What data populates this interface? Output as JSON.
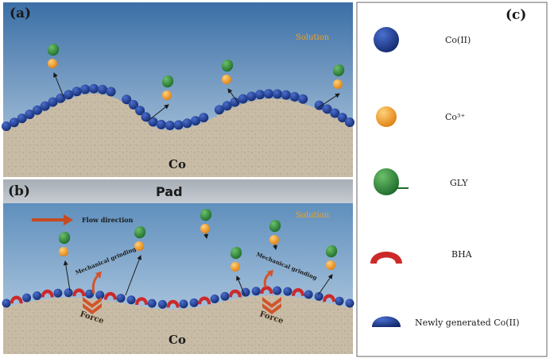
{
  "panel_a": {
    "label": "(a)",
    "solution": "Solution",
    "metal": "Co"
  },
  "panel_b": {
    "label": "(b)",
    "pad": "Pad",
    "solution": "Solution",
    "flow": "Flow direction",
    "mech1": "Mechanical grinding",
    "mech2": "Mechanical grinding",
    "force1": "Force",
    "force2": "Force",
    "metal": "Co"
  },
  "legend": {
    "label": "(c)",
    "items": [
      {
        "icon": "cobalt-ion-circle",
        "text": "Co(II)"
      },
      {
        "icon": "cobalt-3-orange-circle",
        "text": "Co³⁺"
      },
      {
        "icon": "gly-green-drop",
        "text": "GLY"
      },
      {
        "icon": "bha-red-arc",
        "text": "BHA"
      },
      {
        "icon": "new-cobalt-half-circle",
        "text": "Newly generated Co(II)"
      }
    ]
  },
  "colors": {
    "solution_top": "#3b6fa6",
    "solution_bottom": "#b8cfe3",
    "substrate": "#c8bba6",
    "co_ion": "#1c3c8c",
    "co3": "#f29a1c",
    "gly": "#2e8a3e",
    "bha": "#cc2a2a",
    "pad": "#b3bac2",
    "arrow": "#d2542a"
  }
}
